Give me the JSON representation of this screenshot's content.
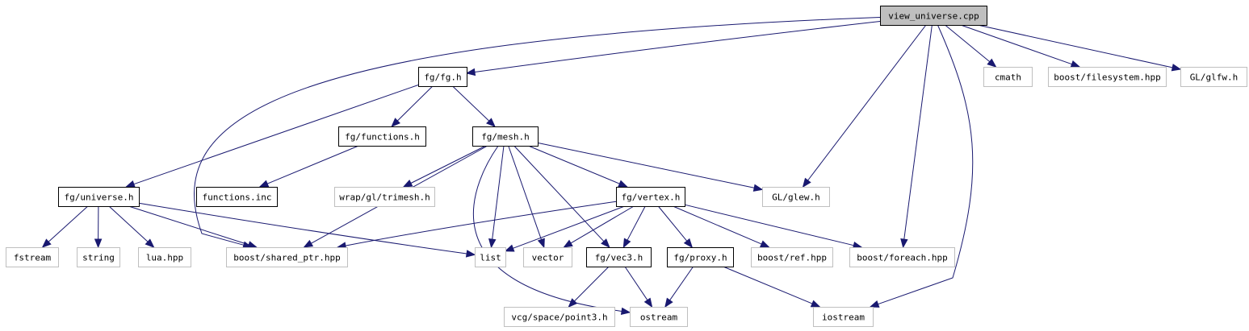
{
  "graph": {
    "title": "view_universe.cpp",
    "colors": {
      "root_fill": "#bfbfbf",
      "local_border": "#000000",
      "external_border": "#bfbfbf",
      "edge": "#191970"
    },
    "nodes": [
      {
        "id": "view_universe",
        "label": "view_universe.cpp",
        "kind": "root"
      },
      {
        "id": "fg_h",
        "label": "fg/fg.h",
        "kind": "local"
      },
      {
        "id": "cmath",
        "label": "cmath",
        "kind": "external"
      },
      {
        "id": "boost_fs",
        "label": "boost/filesystem.hpp",
        "kind": "external"
      },
      {
        "id": "glfw",
        "label": "GL/glfw.h",
        "kind": "external"
      },
      {
        "id": "functions_h",
        "label": "fg/functions.h",
        "kind": "local"
      },
      {
        "id": "mesh_h",
        "label": "fg/mesh.h",
        "kind": "local"
      },
      {
        "id": "universe_h",
        "label": "fg/universe.h",
        "kind": "local"
      },
      {
        "id": "functions_inc",
        "label": "functions.inc",
        "kind": "local"
      },
      {
        "id": "trimesh",
        "label": "wrap/gl/trimesh.h",
        "kind": "external"
      },
      {
        "id": "vertex_h",
        "label": "fg/vertex.h",
        "kind": "local"
      },
      {
        "id": "glew",
        "label": "GL/glew.h",
        "kind": "external"
      },
      {
        "id": "fstream",
        "label": "fstream",
        "kind": "external"
      },
      {
        "id": "string",
        "label": "string",
        "kind": "external"
      },
      {
        "id": "lua",
        "label": "lua.hpp",
        "kind": "external"
      },
      {
        "id": "shared_ptr",
        "label": "boost/shared_ptr.hpp",
        "kind": "external"
      },
      {
        "id": "list",
        "label": "list",
        "kind": "external"
      },
      {
        "id": "vector",
        "label": "vector",
        "kind": "external"
      },
      {
        "id": "vec3_h",
        "label": "fg/vec3.h",
        "kind": "local"
      },
      {
        "id": "proxy_h",
        "label": "fg/proxy.h",
        "kind": "local"
      },
      {
        "id": "boost_ref",
        "label": "boost/ref.hpp",
        "kind": "external"
      },
      {
        "id": "boost_foreach",
        "label": "boost/foreach.hpp",
        "kind": "external"
      },
      {
        "id": "point3",
        "label": "vcg/space/point3.h",
        "kind": "external"
      },
      {
        "id": "ostream",
        "label": "ostream",
        "kind": "external"
      },
      {
        "id": "iostream",
        "label": "iostream",
        "kind": "external"
      }
    ],
    "edges": [
      [
        "view_universe",
        "fg_h"
      ],
      [
        "view_universe",
        "shared_ptr"
      ],
      [
        "view_universe",
        "cmath"
      ],
      [
        "view_universe",
        "boost_fs"
      ],
      [
        "view_universe",
        "glfw"
      ],
      [
        "view_universe",
        "glew"
      ],
      [
        "view_universe",
        "boost_foreach"
      ],
      [
        "view_universe",
        "iostream"
      ],
      [
        "fg_h",
        "universe_h"
      ],
      [
        "fg_h",
        "functions_h"
      ],
      [
        "fg_h",
        "mesh_h"
      ],
      [
        "functions_h",
        "functions_inc"
      ],
      [
        "mesh_h",
        "shared_ptr"
      ],
      [
        "mesh_h",
        "trimesh"
      ],
      [
        "mesh_h",
        "list"
      ],
      [
        "mesh_h",
        "vector"
      ],
      [
        "mesh_h",
        "vec3_h"
      ],
      [
        "mesh_h",
        "vertex_h"
      ],
      [
        "mesh_h",
        "glew"
      ],
      [
        "mesh_h",
        "ostream"
      ],
      [
        "universe_h",
        "fstream"
      ],
      [
        "universe_h",
        "string"
      ],
      [
        "universe_h",
        "lua"
      ],
      [
        "universe_h",
        "shared_ptr"
      ],
      [
        "universe_h",
        "list"
      ],
      [
        "vertex_h",
        "shared_ptr"
      ],
      [
        "vertex_h",
        "list"
      ],
      [
        "vertex_h",
        "vector"
      ],
      [
        "vertex_h",
        "vec3_h"
      ],
      [
        "vertex_h",
        "proxy_h"
      ],
      [
        "vertex_h",
        "boost_ref"
      ],
      [
        "vertex_h",
        "boost_foreach"
      ],
      [
        "vec3_h",
        "point3"
      ],
      [
        "vec3_h",
        "ostream"
      ],
      [
        "proxy_h",
        "ostream"
      ],
      [
        "proxy_h",
        "iostream"
      ]
    ]
  }
}
